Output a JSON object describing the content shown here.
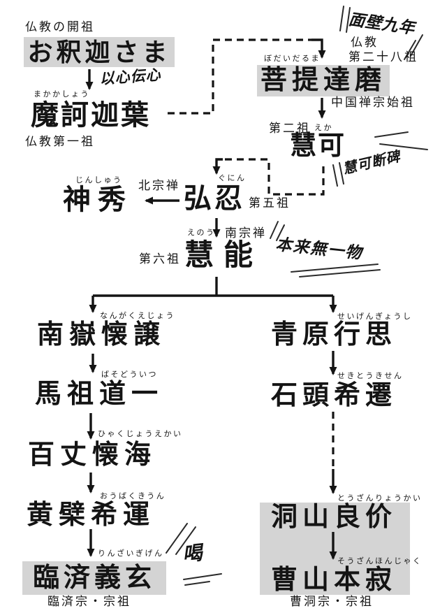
{
  "colors": {
    "ink": "#141414",
    "highlight": "#d4d4d4",
    "background": "#ffffff"
  },
  "lineage": {
    "shaka": {
      "name": "お釈迦さま",
      "title": "仏教の開祖"
    },
    "makakasho": {
      "name": "魔訶迦葉",
      "kana": "まかかしょう",
      "title": "仏教第一祖"
    },
    "daruma": {
      "name": "菩提達磨",
      "kana": "ぼだいだるま",
      "title_line1": "仏教",
      "title_line2": "第二十八祖",
      "subtitle": "中国禅宗始祖"
    },
    "eka": {
      "name": "慧可",
      "kana": "えか",
      "rank": "第二祖"
    },
    "gunin": {
      "name": "弘忍",
      "kana": "ぐにん",
      "rank": "第五祖"
    },
    "jinshu": {
      "name": "神秀",
      "kana": "じんしゅう",
      "school": "北宗禅"
    },
    "eno": {
      "name": "慧能",
      "kana": "えのう",
      "rank": "第六祖",
      "school": "南宗禅"
    },
    "nangaku": {
      "name": "南嶽懐譲",
      "kana": "なんがくえじょう"
    },
    "baso": {
      "name": "馬祖道一",
      "kana": "ばそどういつ"
    },
    "hyakujo": {
      "name": "百丈懐海",
      "kana": "ひゃくじょうえかい"
    },
    "obaku": {
      "name": "黄檗希運",
      "kana": "おうばくきうん"
    },
    "rinzai": {
      "name": "臨済義玄",
      "kana": "りんざいぎげん",
      "school": "臨済宗・宗祖"
    },
    "seigen": {
      "name": "青原行思",
      "kana": "せいげんぎょうし"
    },
    "sekito": {
      "name": "石頭希遷",
      "kana": "せきとうきせん"
    },
    "tozan": {
      "name": "洞山良价",
      "kana": "とうざんりょうかい"
    },
    "sozan": {
      "name": "曹山本寂",
      "kana": "そうざんほんじゃく",
      "school": "曹洞宗・宗祖"
    }
  },
  "annotations": {
    "ishindenshin": "以心伝心",
    "menpeki": "面壁九年",
    "ekadanpi": "慧可断碑",
    "honrai": "本来無一物",
    "katsu": "喝"
  }
}
